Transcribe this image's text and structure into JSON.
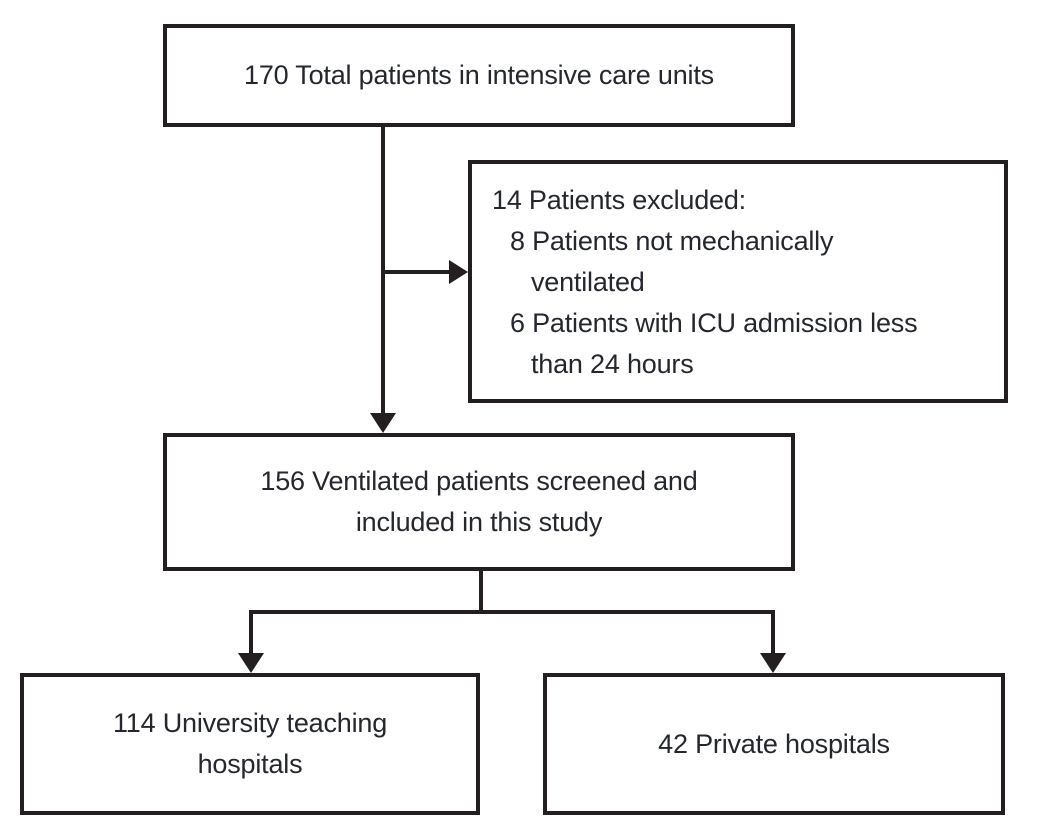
{
  "colors": {
    "line": "#231f20",
    "text": "#25272f",
    "background": "#ffffff"
  },
  "counts": {
    "total_patients": 170,
    "excluded_total": 14,
    "not_mechanically_ventilated": 8,
    "icu_admission_less_24h": 6,
    "screened_included": 156,
    "university_teaching_hospitals": 114,
    "private_hospitals": 42
  },
  "flowchart": {
    "total": {
      "text": "170 Total patients in intensive care units"
    },
    "excluded": {
      "lines": [
        {
          "indent": 0,
          "text": "14 Patients excluded:"
        },
        {
          "indent": 1,
          "text": "8 Patients not mechanically"
        },
        {
          "indent": 2,
          "text": "ventilated"
        },
        {
          "indent": 1,
          "text": "6 Patients with ICU admission less"
        },
        {
          "indent": 2,
          "text": "than 24 hours"
        }
      ]
    },
    "screened": {
      "lines": [
        "156 Ventilated patients screened and",
        "included in this study"
      ]
    },
    "university": {
      "lines": [
        "114 University teaching",
        "hospitals"
      ]
    },
    "private": {
      "text": "42 Private hospitals"
    }
  }
}
